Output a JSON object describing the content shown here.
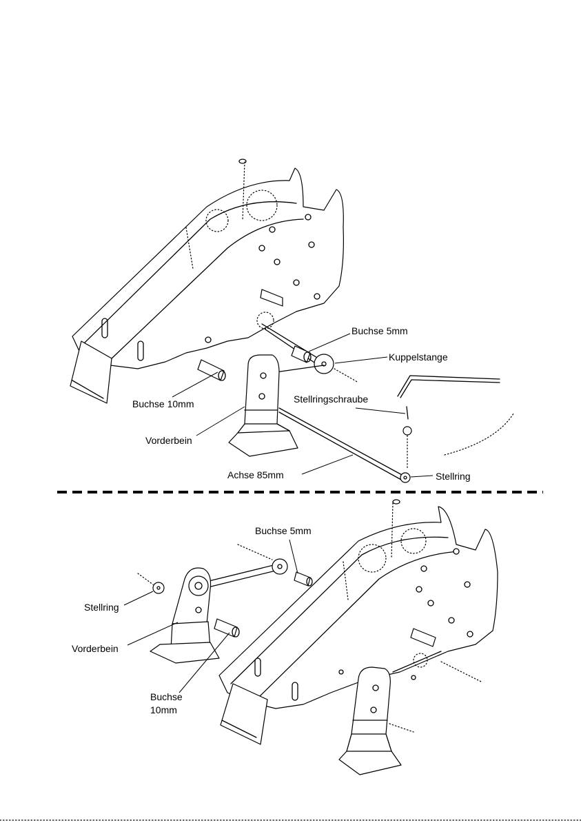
{
  "top_view": {
    "labels": {
      "buchse_5mm": "Buchse 5mm",
      "kuppelstange": "Kuppelstange",
      "stellringschraube": "Stellringschraube",
      "buchse_10mm": "Buchse 10mm",
      "vorderbein": "Vorderbein",
      "achse_85mm": "Achse 85mm",
      "stellring": "Stellring"
    }
  },
  "bottom_view": {
    "labels": {
      "buchse_5mm": "Buchse 5mm",
      "stellring": "Stellring",
      "vorderbein": "Vorderbein",
      "buchse_line1": "Buchse",
      "buchse_line2": "10mm"
    }
  }
}
